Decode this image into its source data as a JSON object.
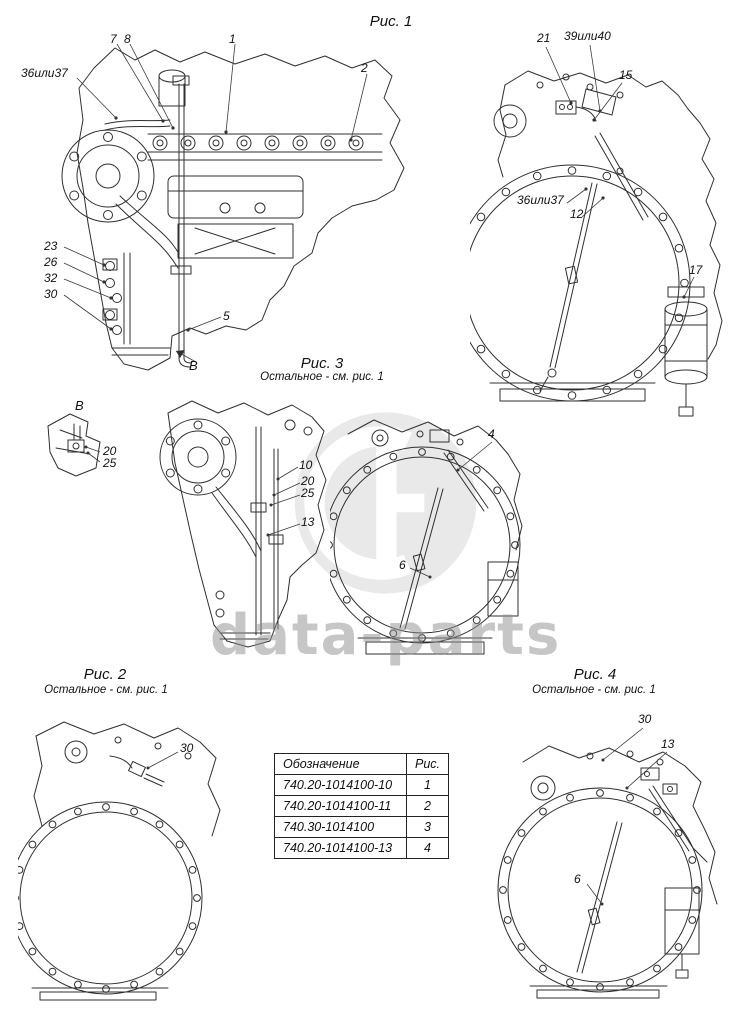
{
  "watermark": "data-parts",
  "fig1": {
    "title": "Рис. 1",
    "left_callouts": {
      "n7": "7",
      "n8": "8",
      "n1": "1",
      "n2": "2",
      "n36_37": "36или37",
      "n23": "23",
      "n26": "26",
      "n32": "32",
      "n30": "30",
      "n5": "5",
      "nB": "В"
    },
    "right_callouts": {
      "n21": "21",
      "n39_40": "39или40",
      "n15": "15",
      "n36_37": "36или37",
      "n12": "12",
      "n17": "17"
    }
  },
  "detail_b": {
    "label": "В",
    "callouts": {
      "n20": "20",
      "n25": "25"
    }
  },
  "fig3": {
    "title": "Рис. 3",
    "subtitle": "Остальное - см. рис. 1",
    "callouts": {
      "n10": "10",
      "n20": "20",
      "n25": "25",
      "n13": "13",
      "n4": "4",
      "n6": "6"
    }
  },
  "fig2": {
    "title": "Рис. 2",
    "subtitle": "Остальное - см. рис. 1",
    "callouts": {
      "n30": "30"
    }
  },
  "fig4": {
    "title": "Рис. 4",
    "subtitle": "Остальное - см. рис. 1",
    "callouts": {
      "n30": "30",
      "n13": "13",
      "n6": "6"
    }
  },
  "table": {
    "headers": {
      "designation": "Обозначение",
      "figure": "Рис."
    },
    "rows": [
      {
        "designation": "740.20-1014100-10",
        "figure": "1"
      },
      {
        "designation": "740.20-1014100-11",
        "figure": "2"
      },
      {
        "designation": "740.30-1014100",
        "figure": "3"
      },
      {
        "designation": "740.20-1014100-13",
        "figure": "4"
      }
    ]
  }
}
